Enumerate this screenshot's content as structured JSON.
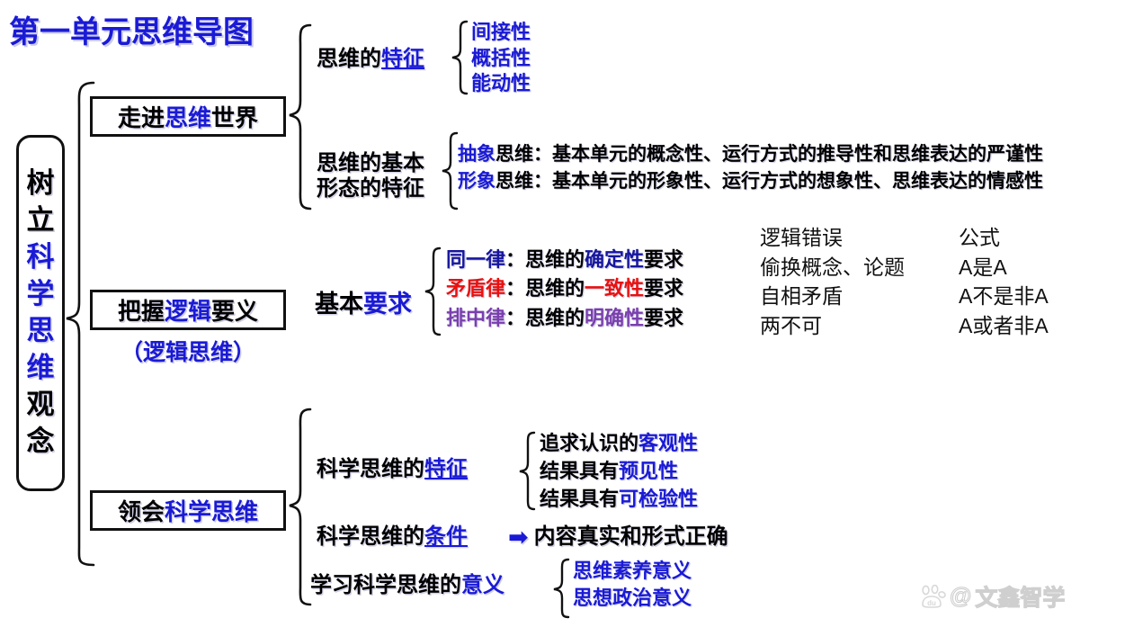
{
  "title": "第一单元思维导图",
  "root": {
    "lines": [
      {
        "text": "树",
        "color": "black"
      },
      {
        "text": "立",
        "color": "black"
      },
      {
        "text": "科",
        "color": "blue"
      },
      {
        "text": "学",
        "color": "blue"
      },
      {
        "text": "思",
        "color": "blue"
      },
      {
        "text": "维",
        "color": "blue"
      },
      {
        "text": "观",
        "color": "black"
      },
      {
        "text": "念",
        "color": "black"
      }
    ],
    "full_text": "树立科学思维观念"
  },
  "branches": [
    {
      "id": "branch-1",
      "box_label_parts": [
        {
          "text": "走进",
          "color": "black"
        },
        {
          "text": "思维",
          "color": "blue"
        },
        {
          "text": "世界",
          "color": "black"
        }
      ],
      "box_label": "走进思维世界",
      "nodes": [
        {
          "label_parts": [
            {
              "text": "思维的",
              "color": "black"
            },
            {
              "text": "特征",
              "color": "blue",
              "underline": true
            }
          ],
          "label": "思维的特征",
          "children": [
            "间接性",
            "概括性",
            "能动性"
          ],
          "children_color": "blue"
        },
        {
          "label": "思维的基本\n形态的特征",
          "label_line1": "思维的基本",
          "label_line2": "形态的特征",
          "children_rich": [
            {
              "key": "抽象",
              "key_color": "blue",
              "rest": "思维：基本单元的概念性、运行方式的推导性和思维表达的严谨性"
            },
            {
              "key": "形象",
              "key_color": "blue",
              "rest": "思维：基本单元的形象性、运行方式的想象性、思维表达的情感性"
            }
          ]
        }
      ]
    },
    {
      "id": "branch-2",
      "box_label_parts": [
        {
          "text": "把握",
          "color": "black"
        },
        {
          "text": "逻辑",
          "color": "blue"
        },
        {
          "text": "要义",
          "color": "black"
        }
      ],
      "box_label": "把握逻辑要义",
      "box_sublabel": "（逻辑思维）",
      "nodes": [
        {
          "label_parts": [
            {
              "text": "基本",
              "color": "black"
            },
            {
              "text": "要求",
              "color": "blue"
            }
          ],
          "label": "基本要求",
          "laws": [
            {
              "name": "同一律",
              "name_color": "#16169e",
              "prefix": "：思维的",
              "key": "确定性",
              "key_color": "#16169e",
              "suffix": "要求"
            },
            {
              "name": "矛盾律",
              "name_color": "#e8110f",
              "prefix": "：思维的",
              "key": "一致性",
              "key_color": "#e8110f",
              "suffix": "要求"
            },
            {
              "name": "排中律",
              "name_color": "#7a3fae",
              "prefix": "：思维的",
              "key": "明确性",
              "key_color": "#7a3fae",
              "suffix": "要求"
            }
          ]
        }
      ],
      "errors_column": {
        "header": "逻辑错误",
        "items": [
          "偷换概念、论题",
          "自相矛盾",
          "两不可"
        ]
      },
      "formula_column": {
        "header": "公式",
        "items": [
          "A是A",
          "A不是非A",
          "A或者非A"
        ]
      }
    },
    {
      "id": "branch-3",
      "box_label_parts": [
        {
          "text": "领会",
          "color": "black"
        },
        {
          "text": "科学思维",
          "color": "blue"
        }
      ],
      "box_label": "领会科学思维",
      "nodes": [
        {
          "label_parts": [
            {
              "text": "科学思维的",
              "color": "black"
            },
            {
              "text": "特征",
              "color": "blue",
              "underline": true
            }
          ],
          "label": "科学思维的特征",
          "children_rich": [
            {
              "plain": "追求认识的",
              "key": "客观性"
            },
            {
              "plain": "结果具有",
              "key": "预见性"
            },
            {
              "plain": "结果具有",
              "key": "可检验性"
            }
          ]
        },
        {
          "label_parts": [
            {
              "text": "科学思维的",
              "color": "black"
            },
            {
              "text": "条件",
              "color": "blue",
              "underline": true
            }
          ],
          "label": "科学思维的条件",
          "arrow": "➡",
          "arrow_color": "#1a1ad6",
          "value": "内容真实和形式正确"
        },
        {
          "label_parts": [
            {
              "text": "学习科学思维的",
              "color": "black"
            },
            {
              "text": "意义",
              "color": "blue"
            }
          ],
          "label": "学习科学思维的意义",
          "children_rich": [
            {
              "key": "思维素养",
              "plain": "意义"
            },
            {
              "key": "思想政治",
              "plain": "意义"
            }
          ]
        }
      ]
    }
  ],
  "watermark": {
    "at": "@",
    "text": "文鑫智学",
    "logo": "baidu-paw-icon"
  },
  "colors": {
    "title_blue": "#1a1ad6",
    "accent_blue": "#1a1ad6",
    "dark_blue": "#16169e",
    "red": "#e8110f",
    "purple": "#7a3fae",
    "black": "#000000",
    "background": "#ffffff"
  }
}
